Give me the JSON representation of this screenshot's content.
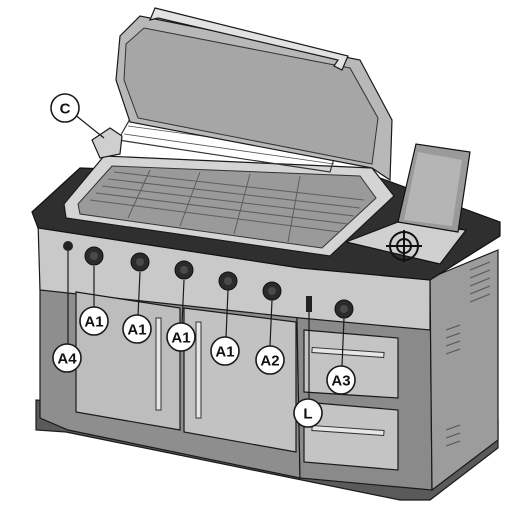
{
  "figure": {
    "colors": {
      "cabinet": "#8e8e8e",
      "cabinet_dark": "#5a5a5a",
      "countertop": "#2f2f2f",
      "steel_light": "#d4d4d4",
      "steel_mid": "#b8b8b8",
      "grate": "#9a9a9a",
      "line": "#1a1a1a"
    },
    "callouts": [
      {
        "id": "c",
        "label": "C"
      },
      {
        "id": "a1-1",
        "label": "A1"
      },
      {
        "id": "a1-2",
        "label": "A1"
      },
      {
        "id": "a1-3",
        "label": "A1"
      },
      {
        "id": "a1-4",
        "label": "A1"
      },
      {
        "id": "a2",
        "label": "A2"
      },
      {
        "id": "a3",
        "label": "A3"
      },
      {
        "id": "a4",
        "label": "A4"
      },
      {
        "id": "l",
        "label": "L"
      }
    ]
  }
}
